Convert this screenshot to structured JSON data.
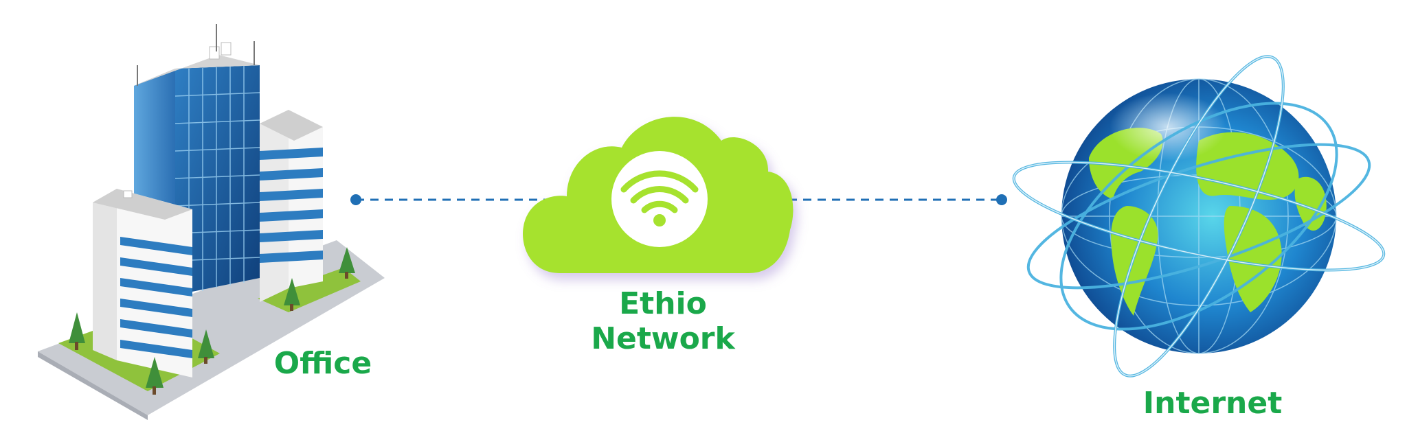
{
  "labels": {
    "office": "Office",
    "network_line1": "Ethio",
    "network_line2": "Network",
    "internet": "Internet"
  },
  "colors": {
    "label_green": "#1aa84a",
    "cloud_green": "#a6e22e",
    "connector_blue": "#1f6fb5",
    "globe_blue": "#1e78c2",
    "orbit_blue": "#4ab3e0"
  },
  "icons": {
    "office": "office-building-icon",
    "network": "wifi-cloud-icon",
    "internet": "globe-icon"
  }
}
